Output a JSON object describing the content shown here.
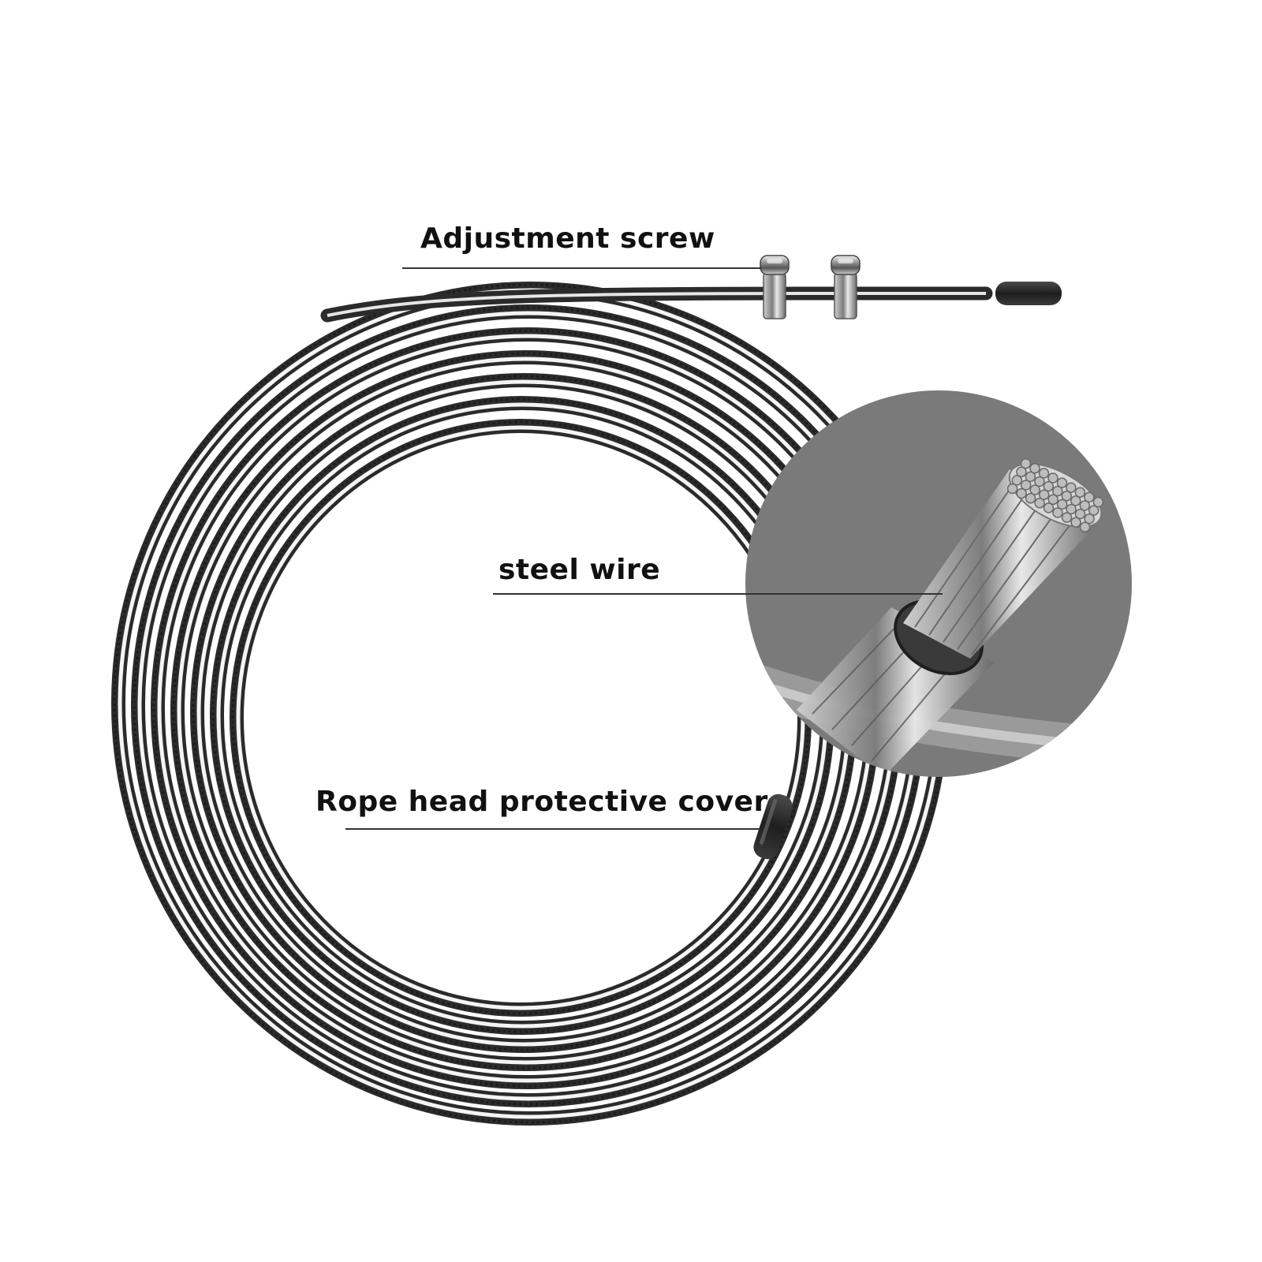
{
  "labels": {
    "adjustment_screw": "Adjustment screw",
    "steel_wire": "steel wire",
    "rope_head_cover": "Rope head protective cover"
  },
  "colors": {
    "background": "#ffffff",
    "rope_dark": "#2b2b2b",
    "rope_highlight": "#f4f4f4",
    "zoom_circle": "#7a7a7a",
    "end_cap": "#2a2a2a",
    "label_text": "#111111"
  },
  "rope": {
    "coil_turns": 7
  }
}
